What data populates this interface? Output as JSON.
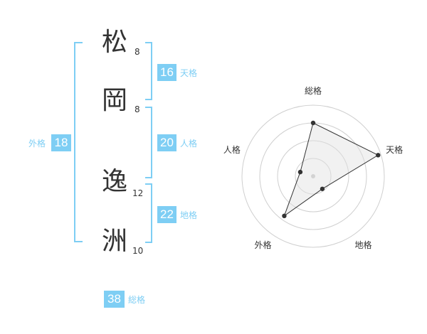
{
  "accent_color": "#7ecef4",
  "name": {
    "chars": [
      {
        "char": "松",
        "strokes": "8"
      },
      {
        "char": "岡",
        "strokes": "8"
      },
      {
        "char": "逸",
        "strokes": "12"
      },
      {
        "char": "洲",
        "strokes": "10"
      }
    ]
  },
  "fortunes": {
    "tenkaku": {
      "value": "16",
      "label": "天格"
    },
    "jinkaku": {
      "value": "20",
      "label": "人格"
    },
    "chikaku": {
      "value": "22",
      "label": "地格"
    },
    "gaikaku": {
      "value": "18",
      "label": "外格"
    },
    "soukaku": {
      "value": "38",
      "label": "総格"
    }
  },
  "chart_data": {
    "type": "radar",
    "axes": [
      "総格",
      "天格",
      "地格",
      "外格",
      "人格"
    ],
    "values": [
      0.75,
      0.96,
      0.22,
      0.69,
      0.19
    ],
    "rings": 4
  }
}
